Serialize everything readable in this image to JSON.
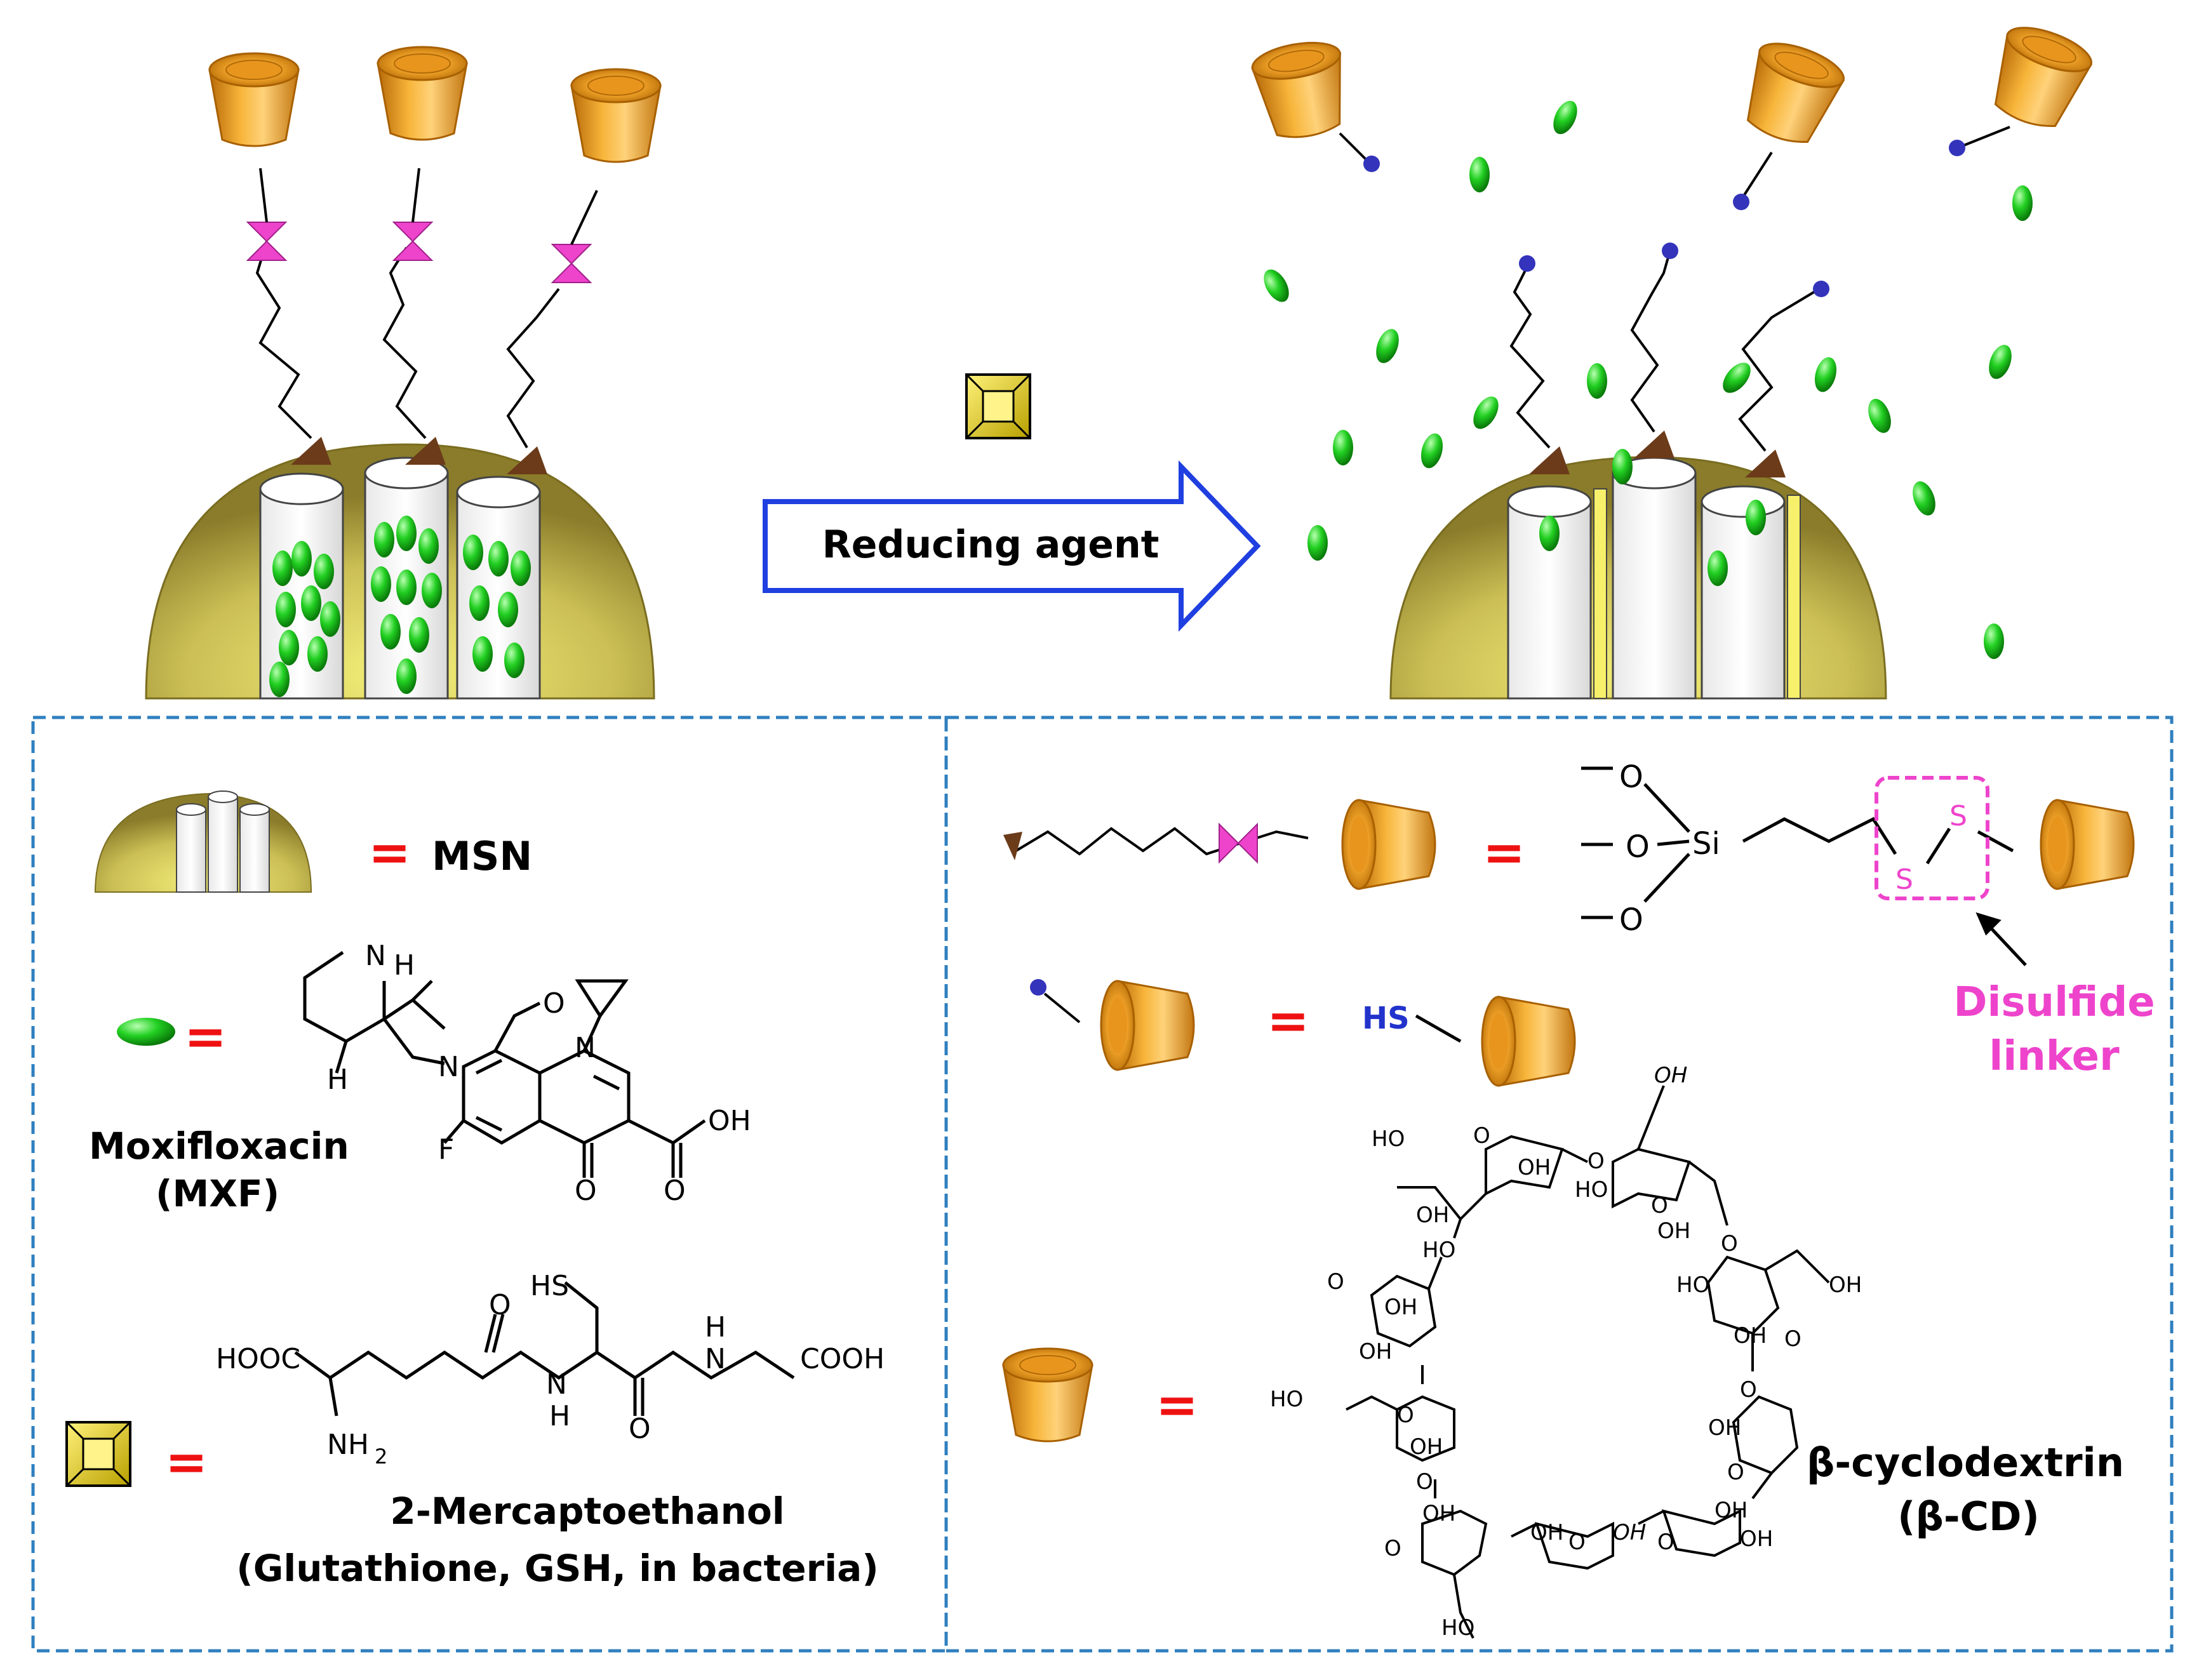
{
  "process": {
    "arrow_label": "Reducing agent"
  },
  "legend_left": {
    "msn_label": "MSN",
    "drug_name": "Moxifloxacin",
    "drug_abbrev": "(MXF)",
    "moxi_atoms": {
      "n1": "N",
      "h1": "H",
      "h2": "H",
      "h3": "H",
      "n2": "N",
      "n3": "N",
      "f": "F",
      "o1": "O",
      "o2": "O",
      "oh": "OH"
    },
    "gsh_atoms": {
      "hs": "HS",
      "hooc": "HOOC",
      "cooh": "COOH",
      "nh2": "NH",
      "nh2_sub": "2",
      "nh_a": "N",
      "h_a": "H",
      "nh_b": "N",
      "h_b": "H",
      "o_a": "O",
      "o_b": "O"
    },
    "reagent_name": "2-Mercaptoethanol",
    "reagent_note": "(Glutathione, GSH, in bacteria)"
  },
  "legend_right": {
    "linker_atoms": {
      "o1": "O",
      "o2": "O",
      "o3": "O",
      "si": "Si",
      "s1": "S",
      "s2": "S"
    },
    "linker_label_1": "Disulfide",
    "linker_label_2": "linker",
    "thiol_label": "HS",
    "cd_name": "β-cyclodextrin",
    "cd_abbrev": "(β-CD)",
    "oh": "OH",
    "ho": "HO",
    "o": "O"
  },
  "symbols": {
    "equals": "="
  },
  "colors": {
    "drug": "#1fcf1f",
    "cup": "#f0a020",
    "disulfide": "#ee44cc",
    "anchor": "#6b3b1a",
    "thiol_end": "#3333bb",
    "arrow": "#1f3fe0",
    "equals": "#ee1111",
    "panel_border": "#2f7fbf",
    "particle": "#c8bc55"
  }
}
